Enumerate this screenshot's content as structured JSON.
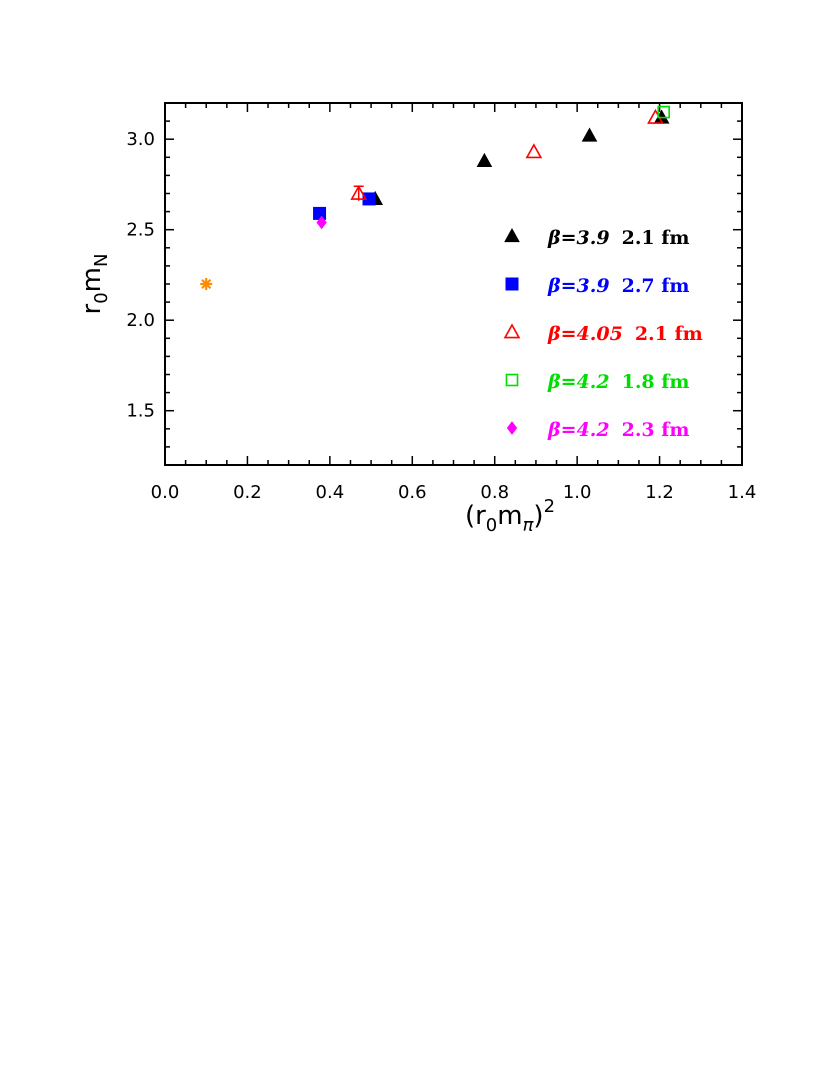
{
  "chart_data": {
    "type": "scatter",
    "title": "",
    "xlabel": {
      "base": "(r",
      "sub1": "0",
      "mid": "m",
      "sub2": "π",
      "close": ")",
      "sup": "2"
    },
    "ylabel": {
      "base": "r",
      "sub1": "0",
      "mid": "m",
      "sub2": "N"
    },
    "xlim": [
      0.0,
      1.4
    ],
    "ylim": [
      1.2,
      3.2
    ],
    "x_ticks": [
      "0.0",
      "0.2",
      "0.4",
      "0.6",
      "0.8",
      "1.0",
      "1.2",
      "1.4"
    ],
    "y_ticks": [
      "1.5",
      "2.0",
      "2.5",
      "3.0"
    ],
    "legend_position": "right",
    "series": [
      {
        "name": "β=3.9   2.1 fm",
        "color": "#000000",
        "marker": "filled-triangle",
        "points": [
          [
            0.51,
            2.67
          ],
          [
            0.775,
            2.88
          ],
          [
            1.03,
            3.02
          ],
          [
            1.205,
            3.12
          ]
        ]
      },
      {
        "name": "β=3.9   2.7 fm",
        "color": "#0000ff",
        "marker": "filled-square",
        "points": [
          [
            0.375,
            2.59
          ],
          [
            0.495,
            2.67
          ]
        ]
      },
      {
        "name": "β=4.05   2.1 fm",
        "color": "#ff0000",
        "marker": "open-triangle",
        "points": [
          [
            0.47,
            2.7
          ],
          [
            0.895,
            2.93
          ],
          [
            1.19,
            3.12
          ]
        ],
        "errors": [
          0.04,
          0,
          0
        ]
      },
      {
        "name": "β=4.2   1.8 fm",
        "color": "#00dd00",
        "marker": "open-square",
        "points": [
          [
            1.21,
            3.15
          ]
        ]
      },
      {
        "name": "β=4.2   2.3 fm",
        "color": "#ff00ff",
        "marker": "filled-diamond",
        "points": [
          [
            0.38,
            2.54
          ]
        ]
      },
      {
        "name": "",
        "color": "#ff8c00",
        "marker": "asterisk",
        "points": [
          [
            0.1,
            2.2
          ]
        ]
      }
    ]
  }
}
